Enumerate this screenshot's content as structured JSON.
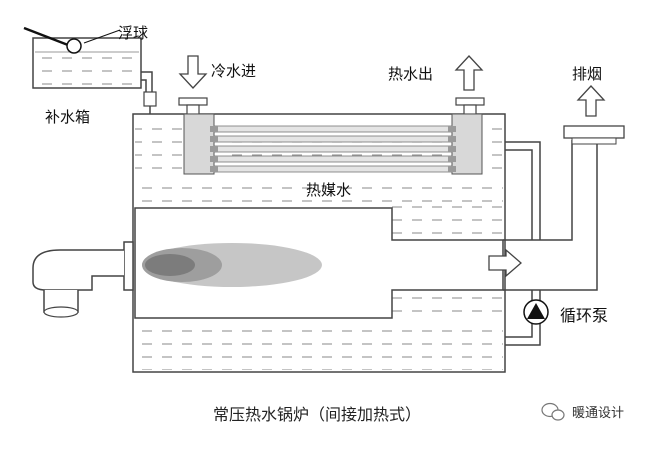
{
  "labels": {
    "float_ball": "浮球",
    "makeup_tank": "补水箱",
    "cold_water_in": "冷水进",
    "hot_water_out": "热水出",
    "exhaust": "排烟",
    "heat_medium_water": "热媒水",
    "circulation_pump": "循环泵"
  },
  "caption": "常压热水锅炉（间接加热式）",
  "watermark": {
    "text": "暖通设计",
    "icon": "wechat-icon"
  },
  "colors": {
    "line": "#444444",
    "water_dash": "#8a8a8a",
    "coil": "#d6d6d6",
    "coil_stripe": "#aaaaaa",
    "flame_outer": "#c4c4c4",
    "flame_mid": "#9c9c9c",
    "flame_core": "#7a7a7a",
    "panel": "#f0f0f0",
    "arrow_fill": "#ffffff"
  }
}
